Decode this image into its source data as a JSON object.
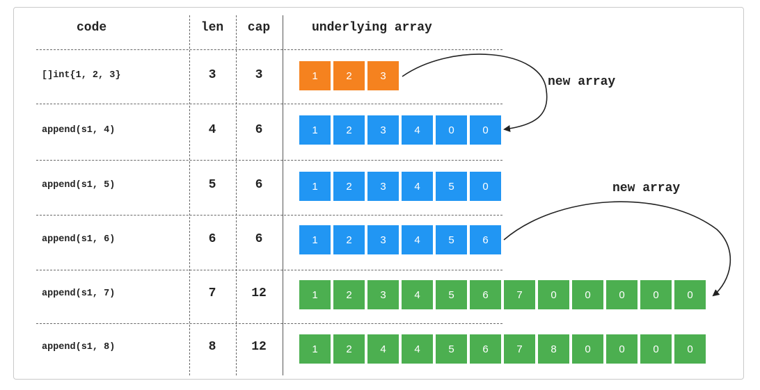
{
  "headers": {
    "code": "code",
    "len": "len",
    "cap": "cap",
    "array": "underlying array"
  },
  "colors": {
    "orange": "#f5821f",
    "blue": "#2196f3",
    "green": "#4caf50"
  },
  "rows": [
    {
      "code": "[]int{1, 2, 3}",
      "len": "3",
      "cap": "3",
      "color": "orange",
      "cells": [
        "1",
        "2",
        "3"
      ]
    },
    {
      "code": "append(s1, 4)",
      "len": "4",
      "cap": "6",
      "color": "blue",
      "cells": [
        "1",
        "2",
        "3",
        "4",
        "0",
        "0"
      ]
    },
    {
      "code": "append(s1, 5)",
      "len": "5",
      "cap": "6",
      "color": "blue",
      "cells": [
        "1",
        "2",
        "3",
        "4",
        "5",
        "0"
      ]
    },
    {
      "code": "append(s1, 6)",
      "len": "6",
      "cap": "6",
      "color": "blue",
      "cells": [
        "1",
        "2",
        "3",
        "4",
        "5",
        "6"
      ]
    },
    {
      "code": "append(s1, 7)",
      "len": "7",
      "cap": "12",
      "color": "green",
      "cells": [
        "1",
        "2",
        "3",
        "4",
        "5",
        "6",
        "7",
        "0",
        "0",
        "0",
        "0",
        "0"
      ]
    },
    {
      "code": "append(s1, 8)",
      "len": "8",
      "cap": "12",
      "color": "green",
      "cells": [
        "1",
        "2",
        "4",
        "4",
        "5",
        "6",
        "7",
        "8",
        "0",
        "0",
        "0",
        "0"
      ]
    }
  ],
  "annotations": [
    {
      "text": "new array"
    },
    {
      "text": "new array"
    }
  ]
}
